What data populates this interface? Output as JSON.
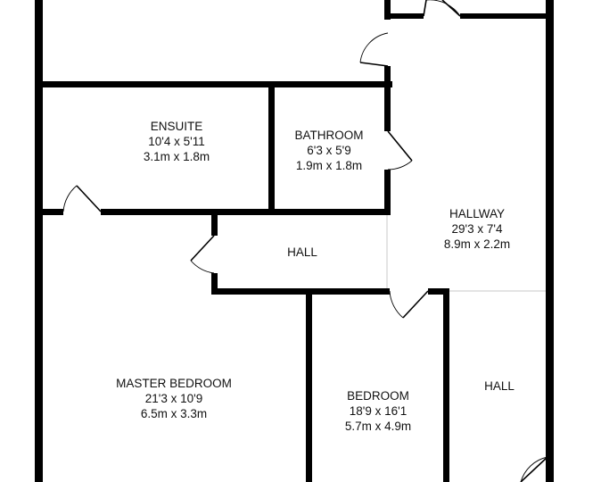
{
  "rooms": {
    "ensuite": {
      "name": "ENSUITE",
      "imperial": "10'4 x 5'11",
      "metric": "3.1m x 1.8m"
    },
    "bathroom": {
      "name": "BATHROOM",
      "imperial": "6'3 x 5'9",
      "metric": "1.9m x 1.8m"
    },
    "hallway": {
      "name": "HALLWAY",
      "imperial": "29'3 x 7'4",
      "metric": "8.9m x 2.2m"
    },
    "hall_upper": {
      "name": "HALL"
    },
    "master_bedroom": {
      "name": "MASTER BEDROOM",
      "imperial": "21'3 x 10'9",
      "metric": "6.5m x 3.3m"
    },
    "bedroom": {
      "name": "BEDROOM",
      "imperial": "18'9 x 16'1",
      "metric": "5.7m x 4.9m"
    },
    "hall_lower": {
      "name": "HALL"
    }
  },
  "colors": {
    "wall": "#000000",
    "background": "#ffffff",
    "divider": "#c8c8c8"
  }
}
